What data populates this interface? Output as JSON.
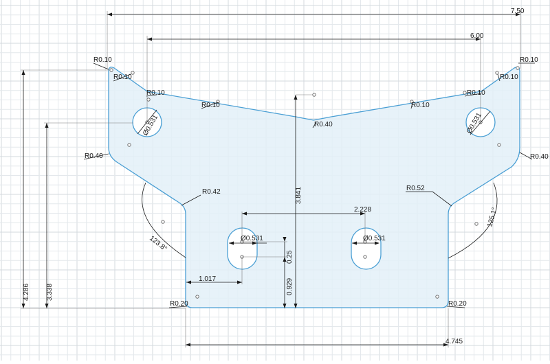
{
  "colors": {
    "part_fill": "#e3f0f8",
    "part_stroke": "#4a9fd4",
    "dimension": "#1a1a1a",
    "grid_major": "#d3d8de",
    "grid_minor": "#e4e8ec",
    "background": "#ffffff"
  },
  "dimensions": {
    "overall_width": "7.50",
    "hole_spacing_top": "6.00",
    "overall_height": "4.286",
    "top_hole_height": "3.338",
    "center_height": "3.841",
    "slot_spacing": "2.228",
    "slot_offset_x": "1.017",
    "slot_length": "0.25",
    "slot_height": "0.929",
    "bottom_width": "4.745",
    "angle_left": "123.8°",
    "angle_right": "125.1°"
  },
  "radii": {
    "top_left_corner": "R0.10",
    "top_left_inner": "R0.10",
    "left_hole_top": "R0.10",
    "left_edge_fillet": "R0.10",
    "right_edge_fillet": "R0.10",
    "right_hole_top": "R0.10",
    "top_right_inner": "R0.10",
    "top_right_corner": "R0.10",
    "center_notch": "R0.40",
    "left_side": "R0.40",
    "right_side": "R0.40",
    "left_waist": "R0.42",
    "right_waist": "R0.52",
    "bottom_left": "R0.20",
    "bottom_right": "R0.20"
  },
  "holes": {
    "left_top": "Ø0.531",
    "right_top": "Ø0.531",
    "left_slot": "Ø0.531",
    "right_slot": "Ø0.531"
  }
}
